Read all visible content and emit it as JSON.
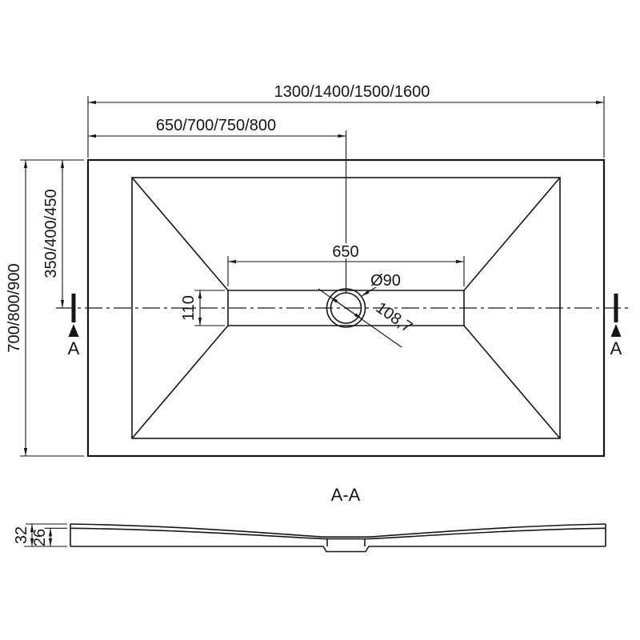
{
  "drawing": {
    "top_view": {
      "dims": {
        "overall_length": "1300/1400/1500/1600",
        "half_length": "650/700/750/800",
        "overall_width": "700/800/900",
        "half_width": "350/400/450",
        "drain_zone_length": "650",
        "drain_zone_width": "110",
        "drain_diameter": "Ø90",
        "diagonal": "108,7"
      },
      "section_label_left": "A",
      "section_label_right": "A"
    },
    "section_view": {
      "title": "A-A",
      "dims": {
        "total_height": "32",
        "inner_height": "26"
      }
    }
  },
  "colors": {
    "line": "#161616",
    "background": "#ffffff"
  }
}
